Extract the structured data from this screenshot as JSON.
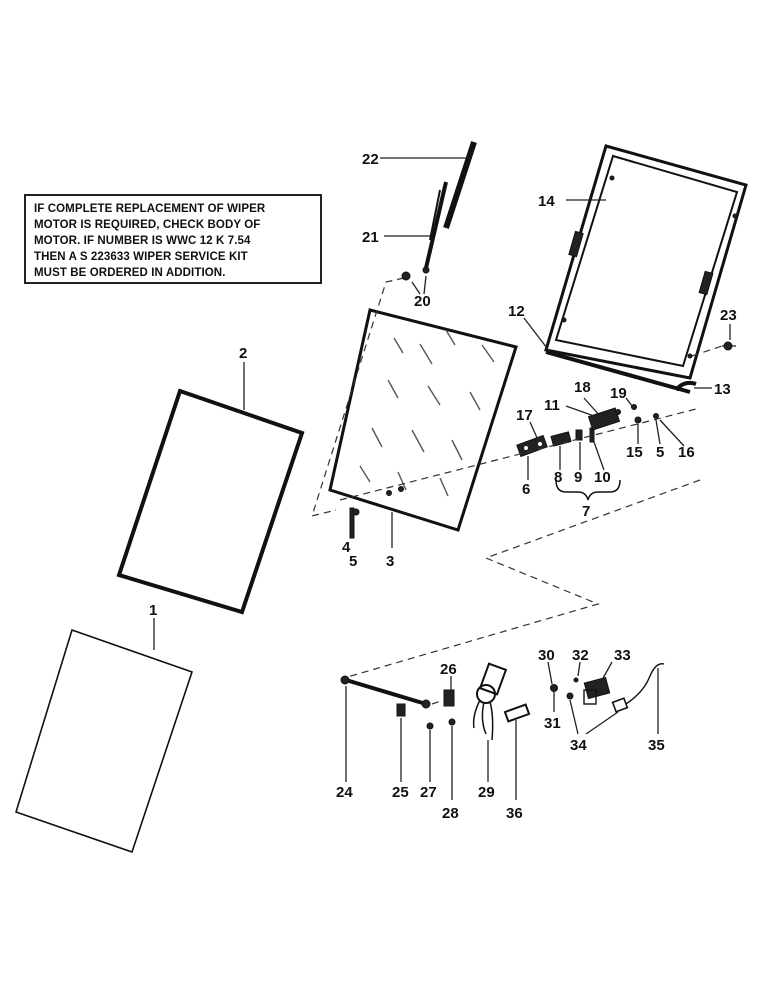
{
  "note": {
    "lines": [
      "IF COMPLETE REPLACEMENT OF WIPER",
      "MOTOR IS REQUIRED, CHECK BODY OF",
      "MOTOR.  IF NUMBER IS WWC 12 K 7.54",
      "THEN A S 223633 WIPER SERVICE KIT",
      "MUST BE ORDERED IN ADDITION."
    ]
  },
  "callouts": {
    "n1": "1",
    "n2": "2",
    "n3": "3",
    "n4": "4",
    "n5a": "5",
    "n5b": "5",
    "n6": "6",
    "n7": "7",
    "n8": "8",
    "n9": "9",
    "n10": "10",
    "n11": "11",
    "n12": "12",
    "n13": "13",
    "n14": "14",
    "n15": "15",
    "n16": "16",
    "n17": "17",
    "n18": "18",
    "n19": "19",
    "n20": "20",
    "n21": "21",
    "n22": "22",
    "n23": "23",
    "n24": "24",
    "n25": "25",
    "n26": "26",
    "n27": "27",
    "n28": "28",
    "n29": "29",
    "n30": "30",
    "n31": "31",
    "n32": "32",
    "n33": "33",
    "n34": "34",
    "n35": "35",
    "n36": "36"
  }
}
